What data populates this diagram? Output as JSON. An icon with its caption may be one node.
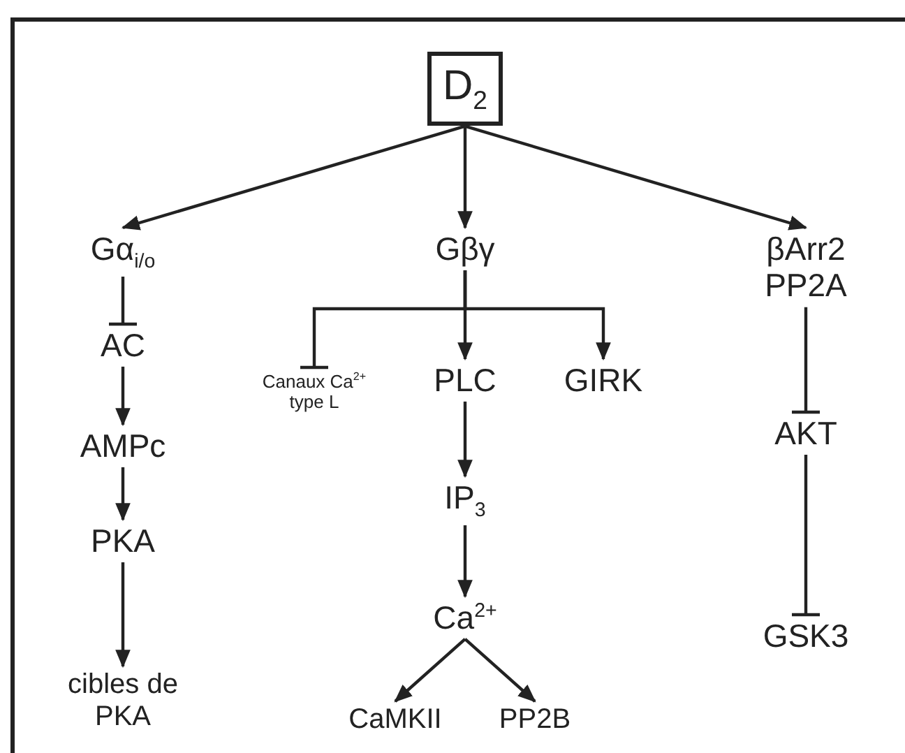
{
  "diagram": {
    "nodes": [
      {
        "text": [
          "D$_{2}$"
        ]
      },
      {
        "text": [
          "Gα$_{i/o}$"
        ]
      },
      {
        "text": [
          "Gβγ"
        ]
      },
      {
        "text": [
          "βArr2 PP2A"
        ]
      },
      {
        "text": [
          "AC"
        ]
      },
      {
        "text": [
          "AMPc"
        ]
      },
      {
        "text": [
          "PKA"
        ]
      },
      {
        "text": [
          "cibles de PKA"
        ]
      },
      {
        "text": [
          "Canaux Ca$^{2+}$ type L"
        ]
      },
      {
        "text": [
          "PLC"
        ]
      },
      {
        "text": [
          "GIRK"
        ]
      },
      {
        "text": [
          "AKT"
        ]
      },
      {
        "text": [
          "IP$_{3}$"
        ]
      },
      {
        "text": [
          "Ca$^{2+}$"
        ]
      },
      {
        "text": [
          "CaMKII"
        ]
      },
      {
        "text": [
          "PP2B"
        ]
      },
      {
        "text": [
          "GSK3"
        ]
      }
    ],
    "edges": [
      {
        "from": 0,
        "to": 1,
        "arrow": "to"
      },
      {
        "from": 0,
        "to": 2,
        "arrow": "to"
      },
      {
        "from": 0,
        "to": 3,
        "arrow": "to"
      },
      {
        "from": 1,
        "to": 4,
        "arrow": "other"
      },
      {
        "from": 4,
        "to": 5,
        "arrow": "to"
      },
      {
        "from": 5,
        "to": 6,
        "arrow": "to"
      },
      {
        "from": 6,
        "to": 7,
        "arrow": "to"
      },
      {
        "from": 2,
        "to": 8,
        "arrow": "other"
      },
      {
        "from": 2,
        "to": 9,
        "arrow": "to"
      },
      {
        "from": 2,
        "to": 10,
        "arrow": "to"
      },
      {
        "from": 9,
        "to": 12,
        "arrow": "to"
      },
      {
        "from": 12,
        "to": 13,
        "arrow": "to"
      },
      {
        "from": 13,
        "to": 14,
        "arrow": "to"
      },
      {
        "from": 13,
        "to": 15,
        "arrow": "to"
      },
      {
        "from": 3,
        "to": 11,
        "arrow": "other"
      },
      {
        "from": 11,
        "to": 16,
        "arrow": "other"
      }
    ]
  }
}
